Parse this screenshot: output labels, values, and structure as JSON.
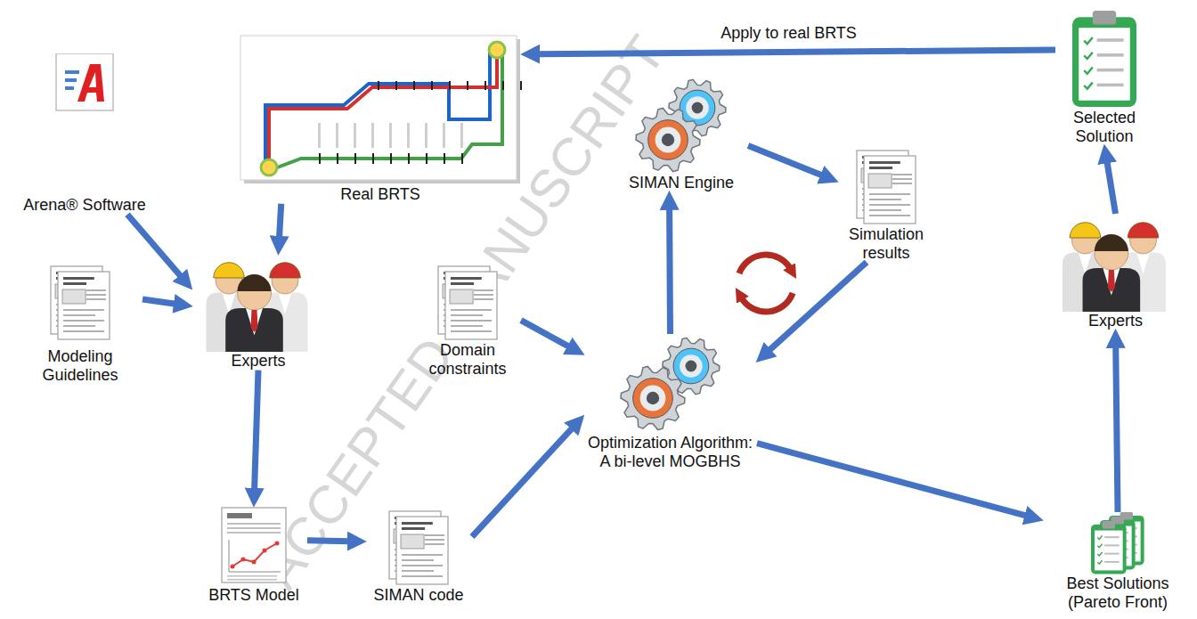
{
  "diagram": {
    "nodes": [
      {
        "text": [
          "Arena® Software"
        ]
      },
      {
        "text": [
          "Real BRTS"
        ]
      },
      {
        "text": [
          "Modeling Guidelines"
        ]
      },
      {
        "text": [
          "Experts"
        ]
      },
      {
        "text": [
          "Domain constraints"
        ]
      },
      {
        "text": [
          "SIMAN Engine"
        ]
      },
      {
        "text": [
          "Simulation results"
        ]
      },
      {
        "text": [
          "Optimization Algorithm: A bi-level MOGBHS"
        ]
      },
      {
        "text": [
          "BRTS Model"
        ]
      },
      {
        "text": [
          "SIMAN code"
        ]
      },
      {
        "text": [
          "Selected Solution"
        ]
      },
      {
        "text": [
          "Experts"
        ]
      },
      {
        "text": [
          "Best Solutions (Pareto Front)"
        ]
      }
    ],
    "edges": [
      {
        "from": 0,
        "to": 3,
        "arrow": "to"
      },
      {
        "from": 1,
        "to": 3,
        "arrow": "to"
      },
      {
        "from": 2,
        "to": 3,
        "arrow": "to"
      },
      {
        "from": 3,
        "to": 8,
        "arrow": "to"
      },
      {
        "from": 8,
        "to": 9,
        "arrow": "to"
      },
      {
        "from": 9,
        "to": 7,
        "arrow": "to"
      },
      {
        "from": 4,
        "to": 7,
        "arrow": "to"
      },
      {
        "from": 7,
        "to": 5,
        "arrow": "to"
      },
      {
        "from": 5,
        "to": 6,
        "arrow": "to"
      },
      {
        "from": 6,
        "to": 7,
        "arrow": "to"
      },
      {
        "from": 7,
        "to": 12,
        "arrow": "to"
      },
      {
        "from": 12,
        "to": 11,
        "arrow": "to"
      },
      {
        "from": 11,
        "to": 10,
        "arrow": "to"
      },
      {
        "from": 10,
        "to": 1,
        "label": "Apply to real BRTS",
        "arrow": "to"
      }
    ],
    "labels": [
      "ACCEPTED MANUSCRIPT"
    ]
  }
}
